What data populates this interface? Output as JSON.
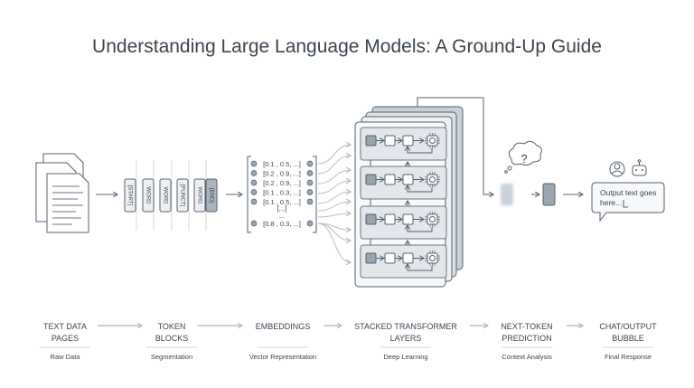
{
  "title": "Understanding Large Language Models: A Ground-Up Guide",
  "tokens": [
    "[START]",
    "WORD",
    "WORD",
    "[PUNCT]",
    "WORD",
    "[END]"
  ],
  "embeddings": {
    "rows": [
      "[0.1 , 0.5, ...]",
      "[0.2 , 0.9, ...]",
      "[0.2 , 0.9, ...]",
      "[0.1 , 0.3, ...]",
      "[0.1 , 0.5, ...]"
    ],
    "ellipsis_bracket": "[...]",
    "ellipsis": "...",
    "last_row": "[0.8 , 0.3, ...]"
  },
  "prediction": {
    "thought": "?"
  },
  "output": {
    "bubble_text_line1": "Output text goes",
    "bubble_text_line2": "here..."
  },
  "stages": [
    {
      "line1": "TEXT DATA",
      "line2": "PAGES",
      "caption": "Raw Data"
    },
    {
      "line1": "TOKEN",
      "line2": "BLOCKS",
      "caption": "Segmentation"
    },
    {
      "line1": "EMBEDDINGS",
      "line2": "",
      "caption": "Vector Representation"
    },
    {
      "line1": "STACKED TRANSFORMER",
      "line2": "LAYERS",
      "caption": "Deep Learning"
    },
    {
      "line1": "NEXT-TOKEN",
      "line2": "PREDICTION",
      "caption": "Context Analysis"
    },
    {
      "line1": "CHAT/OUTPUT",
      "line2": "BUBBLE",
      "caption": "Final Response"
    }
  ],
  "colors": {
    "ink": "#3b4550",
    "panel": "#e6eaee",
    "dark_block": "#8a97a5"
  }
}
